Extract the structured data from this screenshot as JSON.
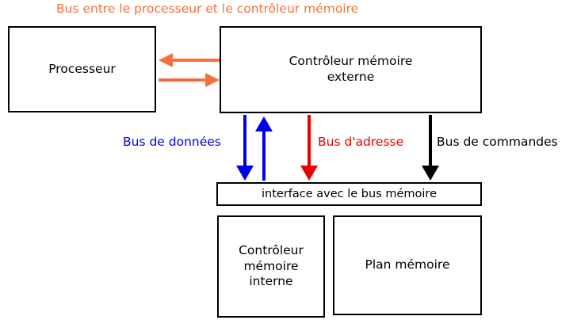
{
  "diagram": {
    "title": "Bus entre le processeur et le contrôleur mémoire",
    "title_color": "#f4703a",
    "background": "#ffffff",
    "boxes": [
      {
        "id": "processeur",
        "label": "Processeur",
        "border_color": "#000000"
      },
      {
        "id": "controleur-memoire-externe",
        "label": "Contrôleur mémoire\nexterne",
        "border_color": "#000000"
      },
      {
        "id": "interface-bus-memoire",
        "label": "interface avec le bus mémoire",
        "border_color": "#000000"
      },
      {
        "id": "controleur-memoire-interne",
        "label": "Contrôleur\nmémoire\ninterne",
        "border_color": "#000000"
      },
      {
        "id": "plan-memoire",
        "label": "Plan mémoire",
        "border_color": "#000000"
      }
    ],
    "bus_labels": [
      {
        "id": "bus-de-donnees",
        "label": "Bus de données",
        "color": "#0000ee"
      },
      {
        "id": "bus-d-adresse",
        "label": "Bus d'adresse",
        "color": "#ee0000"
      },
      {
        "id": "bus-de-commandes",
        "label": "Bus de commandes",
        "color": "#000000"
      }
    ],
    "connectors": [
      {
        "id": "processor-bus-in",
        "color": "#f4703a",
        "direction": "left",
        "from": "controleur-memoire-externe",
        "to": "processeur"
      },
      {
        "id": "processor-bus-out",
        "color": "#f4703a",
        "direction": "right",
        "from": "processeur",
        "to": "controleur-memoire-externe"
      },
      {
        "id": "data-bus-down",
        "color": "#0000ee",
        "direction": "down",
        "from": "controleur-memoire-externe",
        "to": "interface-bus-memoire"
      },
      {
        "id": "data-bus-up",
        "color": "#0000ee",
        "direction": "up",
        "from": "interface-bus-memoire",
        "to": "controleur-memoire-externe"
      },
      {
        "id": "address-bus-down",
        "color": "#ee0000",
        "direction": "down",
        "from": "controleur-memoire-externe",
        "to": "interface-bus-memoire"
      },
      {
        "id": "command-bus-down",
        "color": "#000000",
        "direction": "down",
        "from": "controleur-memoire-externe",
        "to": "interface-bus-memoire"
      }
    ]
  }
}
